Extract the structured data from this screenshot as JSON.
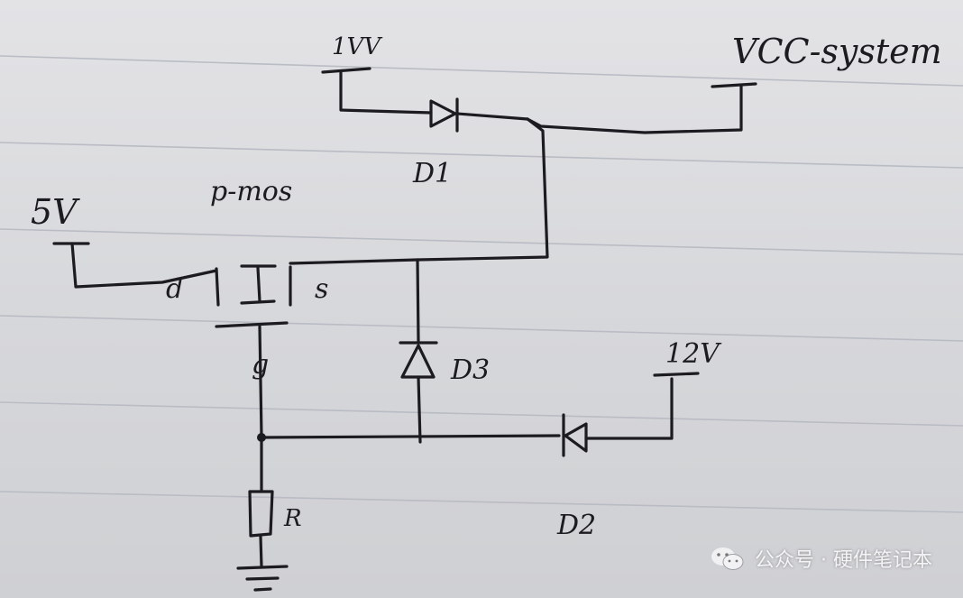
{
  "labels": {
    "v_top": "1VV",
    "vcc_system": "VCC-system",
    "d1": "D1",
    "v5": "5V",
    "pmos": "p-mos",
    "pin_d": "d",
    "pin_s": "s",
    "pin_g": "g",
    "d3": "D3",
    "v12": "12V",
    "r": "R",
    "d2": "D2"
  },
  "watermark": {
    "text": "公众号 · 硬件笔记本",
    "icon": "wechat-icon",
    "color": "#f4f4f6"
  },
  "colors": {
    "ink": "#1c1c20",
    "paper": "#dcdcde",
    "ruled_line": "#b9bcc4"
  }
}
